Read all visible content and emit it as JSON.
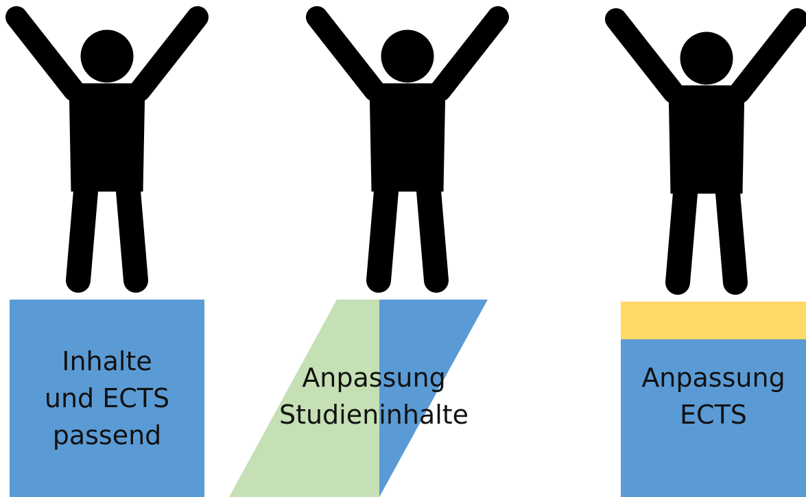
{
  "colors": {
    "figure": "#000000",
    "blue": "#5b9bd5",
    "green": "#c5e0b4",
    "yellow": "#ffd966",
    "text": "#111111"
  },
  "panels": [
    {
      "figure_icon": "person-raised-arms-icon",
      "block_lines": [
        "Inhalte",
        "und ECTS",
        "passend"
      ]
    },
    {
      "figure_icon": "person-raised-arms-icon",
      "block_lines": [
        "Anpassung",
        "Studieninhalte"
      ]
    },
    {
      "figure_icon": "person-raised-arms-icon",
      "block_lines": [
        "Anpassung",
        "ECTS"
      ]
    }
  ]
}
